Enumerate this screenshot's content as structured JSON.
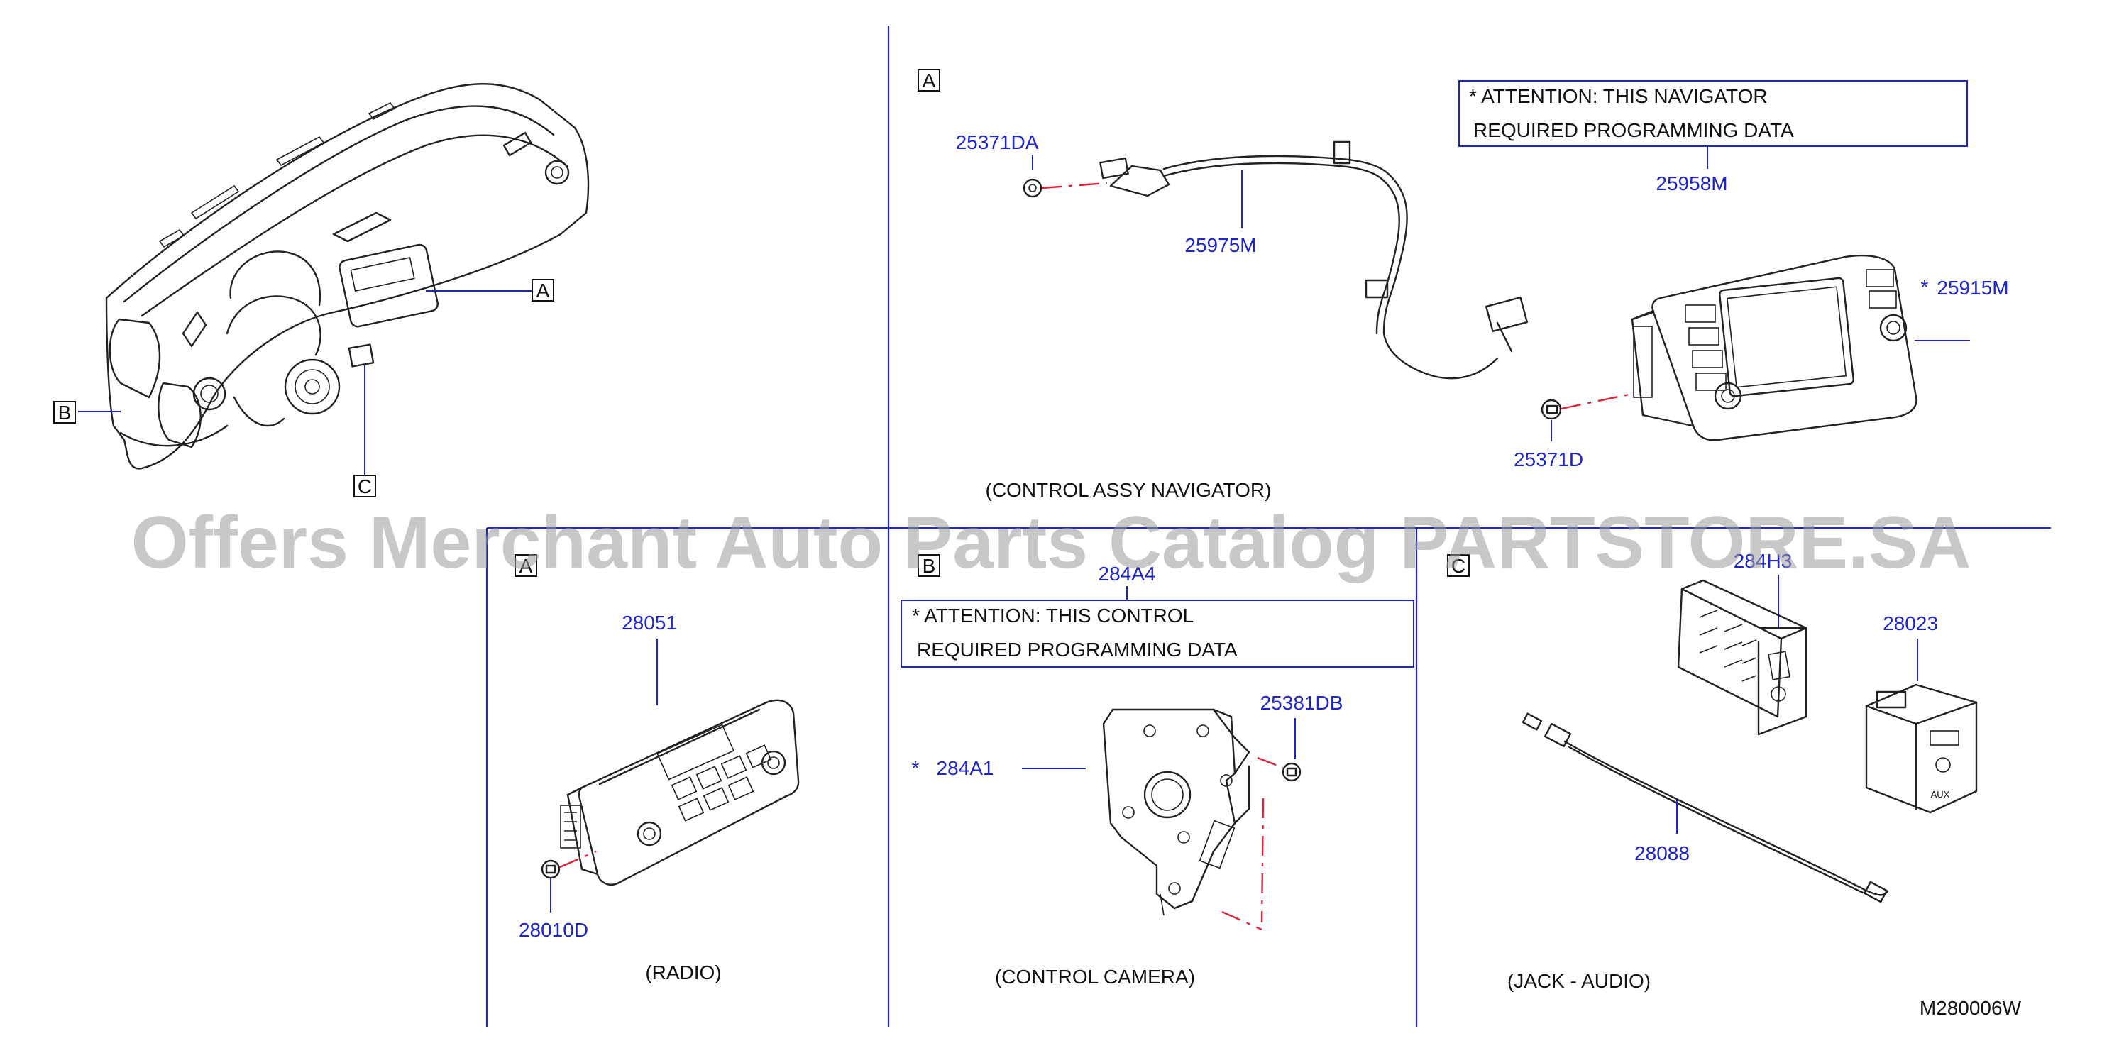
{
  "sections": {
    "overview": {
      "callouts": [
        "A",
        "B",
        "C"
      ]
    },
    "navigator": {
      "section_letter": "A",
      "caption": "(CONTROL   ASSY   NAVIGATOR)",
      "attention_line1": "*  ATTENTION:   THIS   NAVIGATOR",
      "attention_line2": "REQUIRED   PROGRAMMING   DATA",
      "parts": {
        "screw_top": "25371DA",
        "harness": "25975M",
        "data": "25958M",
        "unit": "25915M",
        "unit_star": "*",
        "screw_bottom": "25371D"
      }
    },
    "radio": {
      "section_letter": "A",
      "caption": "(RADIO)",
      "parts": {
        "unit": "28051",
        "screw": "28010D"
      }
    },
    "camera": {
      "section_letter": "B",
      "caption": "(CONTROL     CAMERA)",
      "attention_line1": "*   ATTENTION:   THIS   CONTROL",
      "attention_line2": "REQUIRED   PROGRAMMING   DATA",
      "parts": {
        "data": "284A4",
        "bracket": "284A1",
        "bracket_star": "*",
        "screw": "25381DB"
      }
    },
    "jack": {
      "section_letter": "C",
      "caption": "(JACK   -   AUDIO)",
      "parts": {
        "usb_jack": "284H3",
        "aux_jack": "28023",
        "cable": "28088",
        "aux_text": "AUX"
      }
    }
  },
  "diagram_code": "M280006W",
  "watermark": "Offers Merchant Auto Parts Catalog PARTSTORE.SA",
  "colors": {
    "part_number": "#1f26c9",
    "frame": "#1f26c9",
    "red_leader": "#e0223a",
    "ink": "#222222",
    "watermark": "#9a9a9a"
  }
}
